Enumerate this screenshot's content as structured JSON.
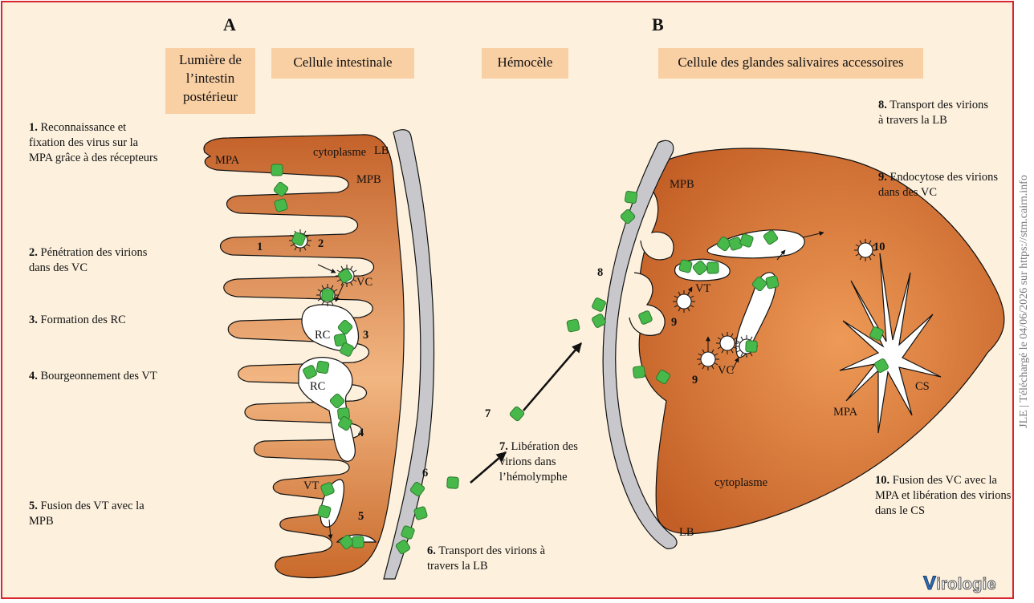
{
  "panels": {
    "a": "A",
    "b": "B"
  },
  "headers": {
    "lumen": "Lumière de l’intestin postérieur",
    "intestinal_cell": "Cellule intestinale",
    "hemocoel": "Hémocèle",
    "salivary_cell": "Cellule des glandes salivaires accessoires"
  },
  "steps_left": [
    {
      "num": "1.",
      "text": "Reconnaissance et fixation des virus sur la MPA grâce à des récepteurs"
    },
    {
      "num": "2.",
      "text": "Pénétration des virions dans des VC"
    },
    {
      "num": "3.",
      "text": "Formation des RC"
    },
    {
      "num": "4.",
      "text": "Bourgeonnement des VT"
    },
    {
      "num": "5.",
      "text": "Fusion des VT avec la MPB"
    }
  ],
  "steps_middle": [
    {
      "num": "6.",
      "text": "Transport des virions à travers la LB"
    },
    {
      "num": "7.",
      "text": "Libération des virions dans l’hémolymphe"
    }
  ],
  "steps_right": [
    {
      "num": "8.",
      "text": "Transport des virions à travers la LB"
    },
    {
      "num": "9.",
      "text": "Endocytose des virions dans des VC"
    },
    {
      "num": "10.",
      "text": "Fusion des VC avec la MPA et libération des virions dans le CS"
    }
  ],
  "labels": {
    "mpa": "MPA",
    "mpb": "MPB",
    "cytoplasme": "cytoplasme",
    "lb": "LB",
    "vc": "VC",
    "rc": "RC",
    "vt": "VT",
    "cs": "CS"
  },
  "numbers": {
    "n1": "1",
    "n2": "2",
    "n3": "3",
    "n4": "4",
    "n5": "5",
    "n6": "6",
    "n7": "7",
    "n8": "8",
    "n9": "9",
    "n10": "10"
  },
  "logo": {
    "initial": "V",
    "rest": "irologie"
  },
  "watermark": "JLE | Téléchargé le 04/06/2026 sur https://stm.cairn.info",
  "colors": {
    "frame": "#d8262e",
    "background": "#fdf1de",
    "header": "#f9cfa4",
    "cell_dark": "#c96a2b",
    "cell_light": "#f3b783",
    "basal_lamina": "#c8c8cc",
    "virion": "#47b84a"
  }
}
